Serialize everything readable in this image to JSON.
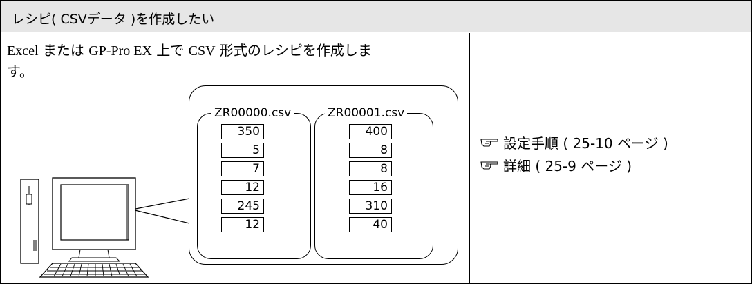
{
  "header": {
    "title": "レシピ( CSVデータ )を作成したい"
  },
  "description": {
    "part1": "Excel",
    "part2": " または ",
    "part3": "GP-Pro EX",
    "part4": " 上で ",
    "part5": "CSV",
    "part6": " 形式のレシピを作成しま",
    "line2": "す。"
  },
  "files": [
    {
      "name": "ZR00000.csv",
      "values": [
        "350",
        "5",
        "7",
        "12",
        "245",
        "12"
      ]
    },
    {
      "name": "ZR00001.csv",
      "values": [
        "400",
        "8",
        "8",
        "16",
        "310",
        "40"
      ]
    }
  ],
  "links": [
    {
      "label": "設定手順 ( 25-10 ページ )",
      "icon": "pointing-hand-icon"
    },
    {
      "label": "詳細 ( 25-9 ページ )",
      "icon": "pointing-hand-icon"
    }
  ]
}
